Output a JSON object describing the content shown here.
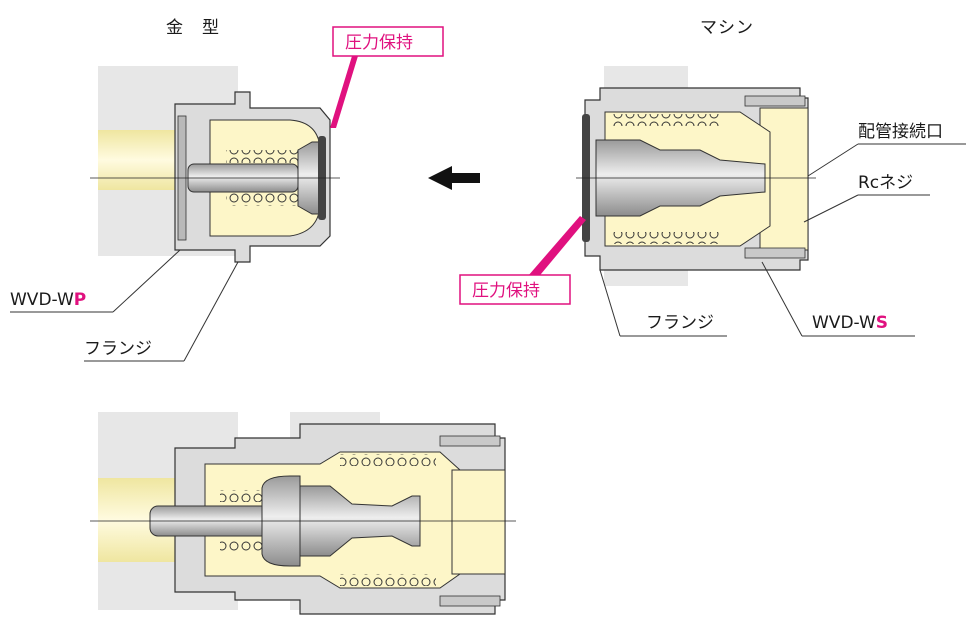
{
  "headers": {
    "mold": "金　型",
    "machine": "マシン"
  },
  "callouts": {
    "pressure_hold_top": "圧力保持",
    "pressure_hold_bottom": "圧力保持"
  },
  "labels": {
    "piping_port": "配管接続口",
    "rc_thread": "Rcネジ",
    "flange_left": "フランジ",
    "flange_right": "フランジ",
    "wvd_wp_prefix": "WVD-W",
    "wvd_wp_suffix": "P",
    "wvd_ws_prefix": "WVD-W",
    "wvd_ws_suffix": "S"
  },
  "colors": {
    "accent": "#e0117f",
    "body_fill": "#fdf6c8",
    "shaft_fill": "#c9c9c9",
    "mold_fill": "#e7e7e7",
    "outline": "#333333"
  }
}
